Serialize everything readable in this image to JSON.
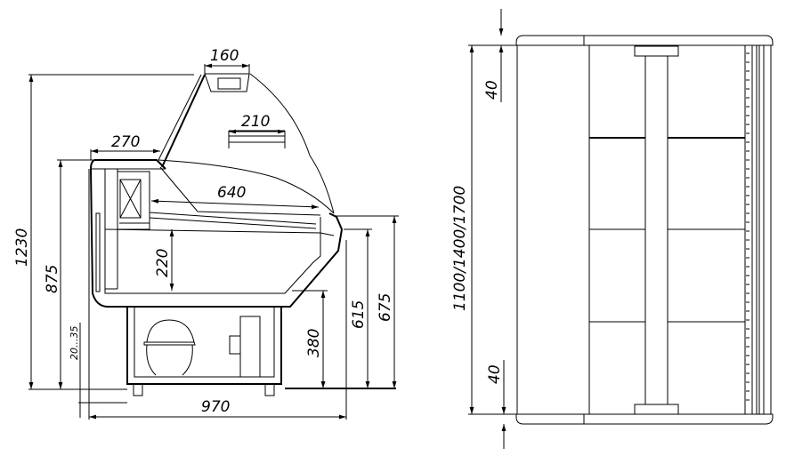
{
  "side_view": {
    "dimensions": {
      "height_total": "1230",
      "height_counter": "875",
      "feet_adjust": "20...35",
      "depth_total": "970",
      "top_shelf_width": "270",
      "lamp_width": "160",
      "shelf_depth": "210",
      "display_depth": "640",
      "display_height": "220",
      "base_height": "380",
      "front_height_low": "615",
      "front_height_high": "675"
    }
  },
  "top_view": {
    "dimensions": {
      "length_options": "1100/1400/1700",
      "end_top": "40",
      "end_bottom": "40"
    }
  },
  "colors": {
    "line": "#000000",
    "background": "#ffffff"
  }
}
